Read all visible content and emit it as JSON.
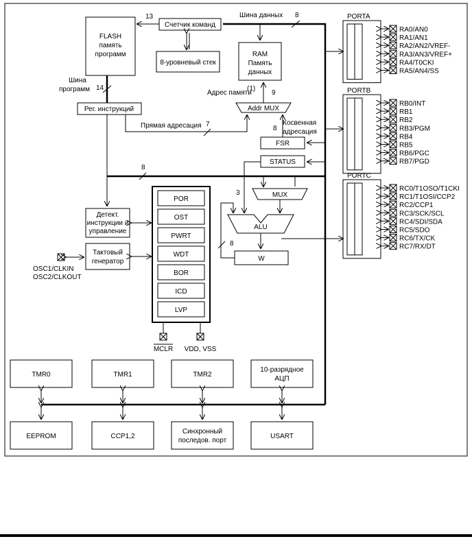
{
  "blocks": {
    "flash": [
      "FLASH",
      "память",
      "программ"
    ],
    "pc": "Счетчик команд",
    "stack": "8-уровневый стек",
    "ram": [
      "RAM",
      "Память",
      "данных"
    ],
    "ir": "Рег. инструкций",
    "addr_mux": "Addr MUX",
    "fsr": "FSR",
    "status": "STATUS",
    "mux": "MUX",
    "alu": "ALU",
    "w": "W",
    "decoder": [
      "Детект.",
      "инструкции и",
      "управление"
    ],
    "clock": [
      "Тактовый",
      "генератор"
    ],
    "timers": [
      "POR",
      "OST",
      "PWRT",
      "WDT",
      "BOR",
      "ICD",
      "LVP"
    ],
    "tmr0": "TMR0",
    "tmr1": "TMR1",
    "tmr2": "TMR2",
    "adc": [
      "10-разрядное",
      "АЦП"
    ],
    "eeprom": "EEPROM",
    "ccp": "CCP1,2",
    "ssp": [
      "Синхронный",
      "последов. порт"
    ],
    "usart": "USART"
  },
  "labels": {
    "data_bus": "Шина данных",
    "prog_bus": [
      "Шина",
      "программ"
    ],
    "mem_addr": "Адрес памяти",
    "mem_addr_note": "(1)",
    "direct": "Прямая адресация",
    "indirect": [
      "Косвенная",
      "адресация"
    ],
    "osc": [
      "OSC1/CLKIN",
      "OSC2/CLKOUT"
    ],
    "mclr": "MCLR",
    "vdd": "VDD, VSS"
  },
  "bus_widths": {
    "pc_to_flash": "13",
    "data_bus": "8",
    "prog": "14",
    "direct": "7",
    "mem": "9",
    "fsr": "8",
    "inner": "8",
    "mux": "3",
    "alu": "8"
  },
  "ports": [
    {
      "name": "PORTA",
      "pins": [
        "RA0/AN0",
        "RA1/AN1",
        "RA2/AN2/VREF-",
        "RA3/AN3/VREF+",
        "RA4/T0CKI",
        "RA5/AN4/SS"
      ]
    },
    {
      "name": "PORTB",
      "pins": [
        "RB0/INT",
        "RB1",
        "RB2",
        "RB3/PGM",
        "RB4",
        "RB5",
        "RB6/PGC",
        "RB7/PGD"
      ]
    },
    {
      "name": "PORTC",
      "pins": [
        "RC0/T1OSO/T1CKI",
        "RC1/T1OSI/CCP2",
        "RC2/CCP1",
        "RC3/SCK/SCL",
        "RC4/SDI/SDA",
        "RC5/SDO",
        "RC6/TX/CK",
        "RC7/RX/DT"
      ]
    }
  ]
}
